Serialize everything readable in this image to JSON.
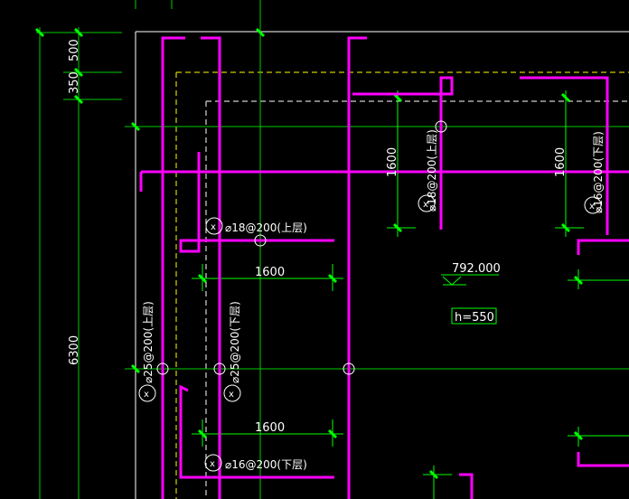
{
  "drawing": {
    "dimensions": {
      "d500": "500",
      "d350": "350",
      "d6300": "6300",
      "d1600_top_a": "1600",
      "d1600_top_b": "1600",
      "d1600_mid": "1600",
      "d1600_low": "1600"
    },
    "rebar_labels": {
      "top_mid": "⌀18@200(上层)",
      "top_right": "⌀16@200(下层)",
      "mid_left": "⌀18@200(上层)",
      "left_vertical_a": "⌀25@200(上层)",
      "left_vertical_b": "⌀25@200(下层)",
      "bottom": "⌀16@200(下层)"
    },
    "bar_marker": "x",
    "elevation": "792.000",
    "depth_label": "h=550",
    "colors": {
      "background": "#000000",
      "rebar": "#ff00ff",
      "dimension": "#00ff00",
      "outline": "#ffffff",
      "hidden": "#ffff00",
      "grid": "#00cc00"
    }
  }
}
